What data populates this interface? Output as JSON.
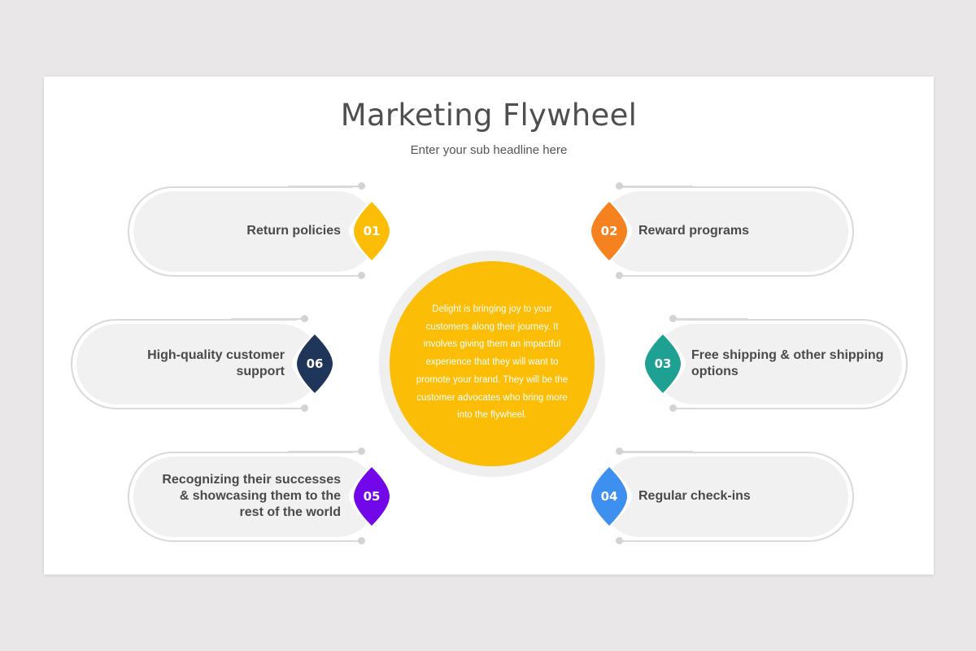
{
  "slide": {
    "title": "Marketing Flywheel",
    "subtitle": "Enter your sub headline here"
  },
  "center": {
    "text": "Delight is bringing joy to your customers along their journey. It involves giving them an impactful experience that they will want to promote your brand. They will be the customer advocates who bring more into the flywheel.",
    "color": "#fbbd06"
  },
  "items": [
    {
      "number": "01",
      "label": "Return policies",
      "color": "#fbbd06",
      "side": "left"
    },
    {
      "number": "02",
      "label": "Reward programs",
      "color": "#f5811f",
      "side": "right"
    },
    {
      "number": "03",
      "label": "Free shipping & other shipping options",
      "color": "#1ea093",
      "side": "right"
    },
    {
      "number": "04",
      "label": "Regular check-ins",
      "color": "#3d8ff0",
      "side": "right"
    },
    {
      "number": "05",
      "label": "Recognizing their successes & showcasing them to the rest of the world",
      "color": "#7207ea",
      "side": "left"
    },
    {
      "number": "06",
      "label": "High-quality customer support",
      "color": "#1f3559",
      "side": "left"
    }
  ]
}
